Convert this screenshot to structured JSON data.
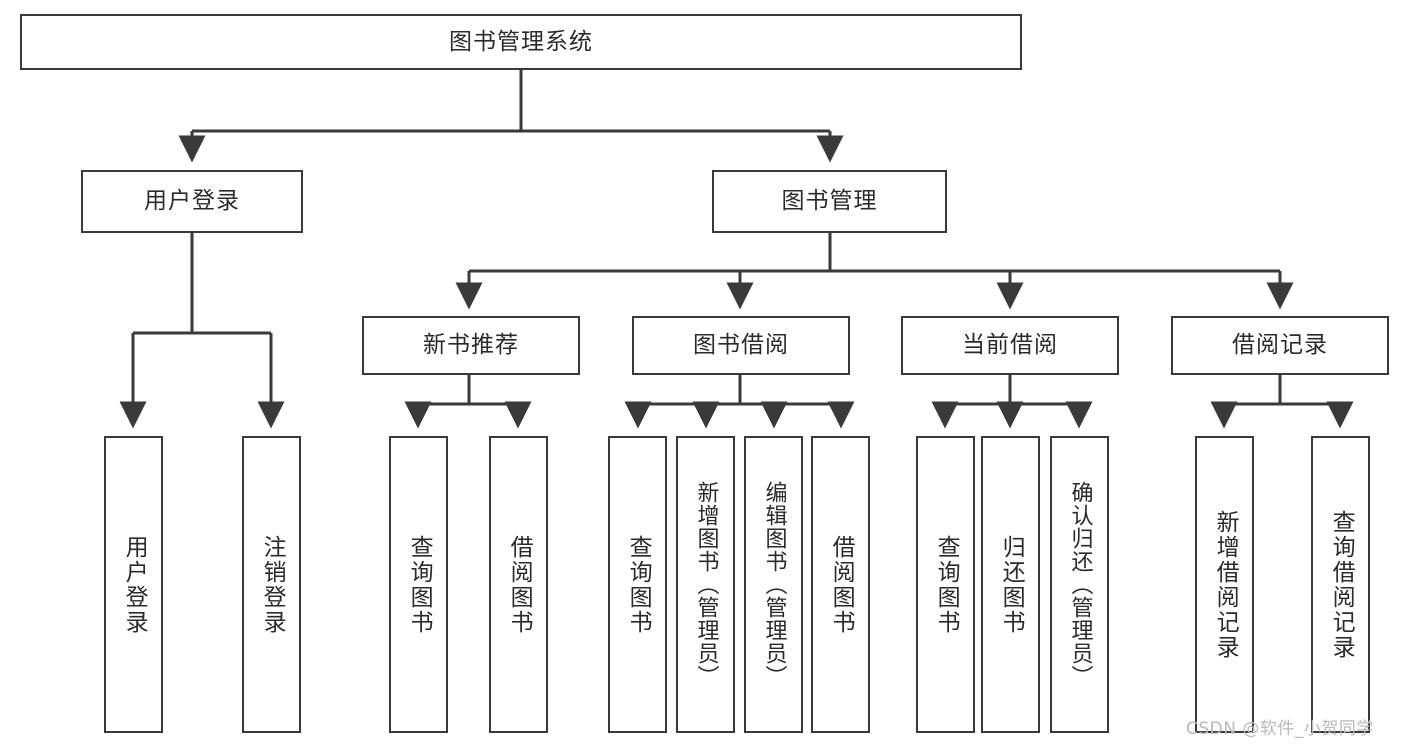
{
  "diagram": {
    "title": "图书管理系统",
    "root": {
      "label": "图书管理系统"
    },
    "level1": [
      {
        "label": "用户登录"
      },
      {
        "label": "图书管理"
      }
    ],
    "level2": [
      {
        "label": "新书推荐"
      },
      {
        "label": "图书借阅"
      },
      {
        "label": "当前借阅"
      },
      {
        "label": "借阅记录"
      }
    ],
    "leaves": {
      "user_login": [
        {
          "label": "用户登录"
        },
        {
          "label": "注销登录"
        }
      ],
      "new_book_recommend": [
        {
          "label": "查询图书"
        },
        {
          "label": "借阅图书"
        }
      ],
      "book_borrow": [
        {
          "label": "查询图书"
        },
        {
          "label": "新增图书（管理员）"
        },
        {
          "label": "编辑图书（管理员）"
        },
        {
          "label": "借阅图书"
        }
      ],
      "current_borrow": [
        {
          "label": "查询图书"
        },
        {
          "label": "归还图书"
        },
        {
          "label": "确认归还（管理员）"
        }
      ],
      "borrow_record": [
        {
          "label": "新增借阅记录"
        },
        {
          "label": "查询借阅记录"
        }
      ]
    }
  },
  "watermark": {
    "text": "CSDN @软件_小贺同学"
  },
  "colors": {
    "stroke": "#3a3a3a",
    "text": "#2b2b2b",
    "background": "#ffffff",
    "watermark": "#b9b9b9"
  }
}
